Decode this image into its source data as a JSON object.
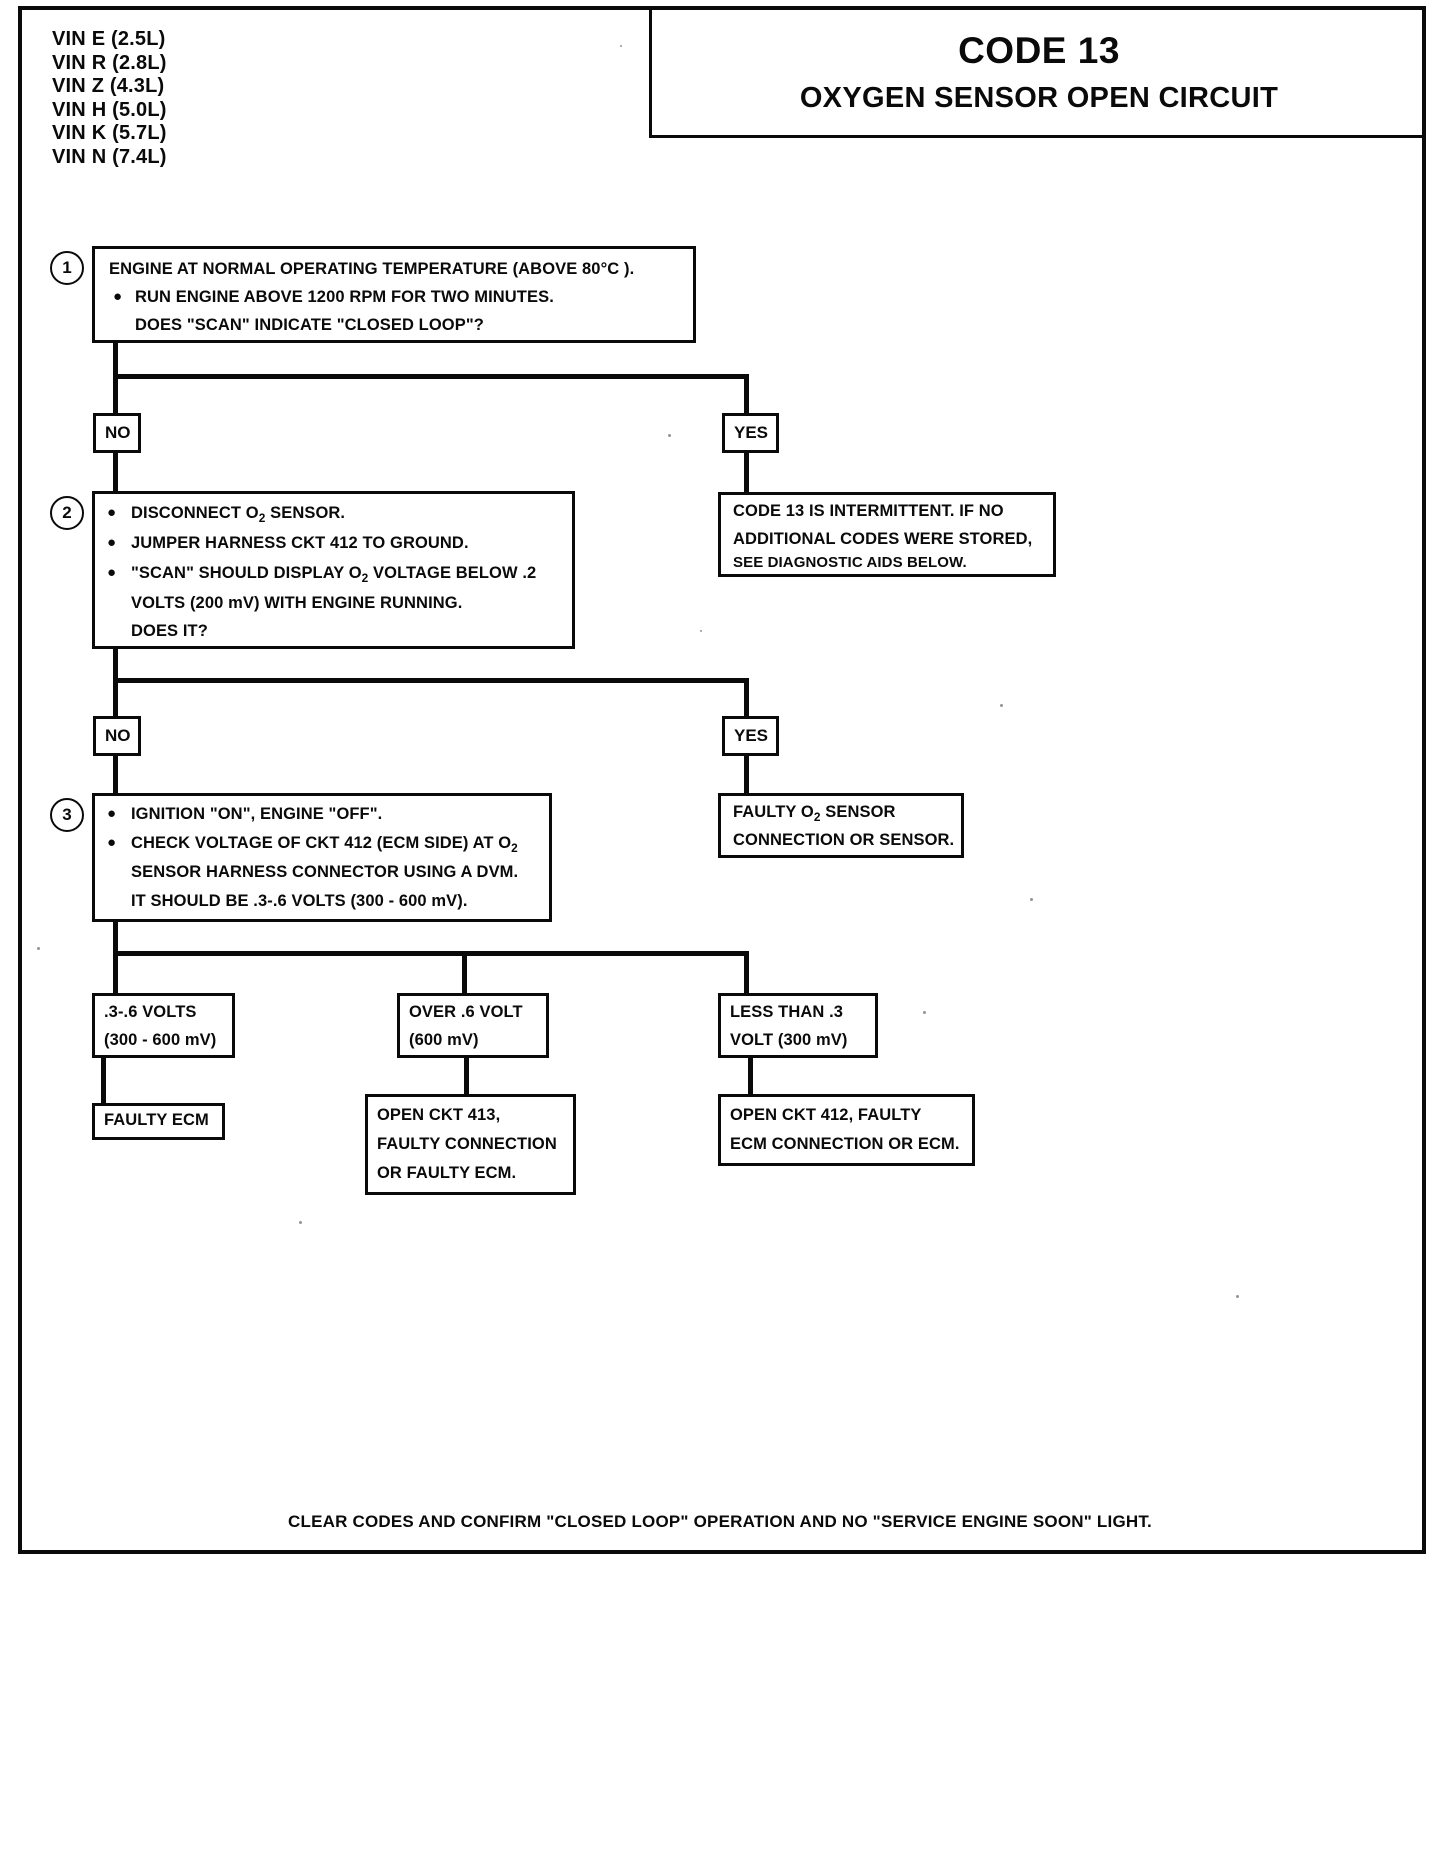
{
  "document": {
    "vin_list": [
      "VIN E (2.5L)",
      "VIN R (2.8L)",
      "VIN Z (4.3L)",
      "VIN H (5.0L)",
      "VIN K (5.7L)",
      "VIN N (7.4L)"
    ],
    "title_line1": "CODE 13",
    "title_line2": "OXYGEN SENSOR OPEN CIRCUIT",
    "footer": "CLEAR CODES AND CONFIRM \"CLOSED LOOP\"  OPERATION AND NO \"SERVICE ENGINE SOON\" LIGHT."
  },
  "steps": {
    "one": {
      "number": "1",
      "line1": "ENGINE AT NORMAL OPERATING TEMPERATURE (ABOVE 80°C ).",
      "bullet_glyph": "●",
      "line2": "RUN ENGINE ABOVE 1200 RPM FOR TWO MINUTES.",
      "line3": "DOES \"SCAN\" INDICATE \"CLOSED LOOP\"?"
    },
    "two": {
      "number": "2",
      "bullet_glyph": "●",
      "line1_a": "DISCONNECT O",
      "line1_sub": "2",
      "line1_b": " SENSOR.",
      "line2": "JUMPER HARNESS CKT 412 TO GROUND.",
      "line3_a": "\"SCAN\"  SHOULD DISPLAY O",
      "line3_sub": "2",
      "line3_b": " VOLTAGE BELOW .2",
      "line4": "VOLTS  (200 mV) WITH ENGINE RUNNING.",
      "line5": "DOES IT?"
    },
    "three": {
      "number": "3",
      "bullet_glyph": "●",
      "line1": "IGNITION \"ON\",  ENGINE  \"OFF\".",
      "line2_a": "CHECK VOLTAGE OF CKT 412 (ECM SIDE) AT O",
      "line2_sub": "2",
      "line3": "SENSOR HARNESS CONNECTOR USING A DVM.",
      "line4": "IT SHOULD BE  .3-.6 VOLTS (300 - 600 mV)."
    }
  },
  "branches": {
    "no1": "NO",
    "yes1": "YES",
    "no2": "NO",
    "yes2": "YES"
  },
  "outcomes": {
    "intermittent": {
      "line1": "CODE 13 IS INTERMITTENT. IF NO",
      "line2": "ADDITIONAL CODES WERE STORED,",
      "line3": "SEE DIAGNOSTIC AIDS BELOW."
    },
    "faulty_sensor": {
      "line1_a": "FAULTY O",
      "line1_sub": "2",
      "line1_b": " SENSOR",
      "line2": "CONNECTION OR SENSOR."
    },
    "range_normal": {
      "line1": ".3-.6 VOLTS",
      "line2": "(300 - 600 mV)"
    },
    "range_over": {
      "line1": "OVER .6 VOLT",
      "line2": "(600 mV)"
    },
    "range_under": {
      "line1": "LESS THAN .3",
      "line2": "VOLT (300 mV)"
    },
    "faulty_ecm": {
      "line1": "FAULTY ECM"
    },
    "open_413": {
      "line1": "OPEN CKT 413,",
      "line2": "FAULTY CONNECTION",
      "line3": "OR FAULTY ECM."
    },
    "open_412": {
      "line1": "OPEN CKT 412, FAULTY",
      "line2": "ECM CONNECTION OR ECM."
    }
  }
}
